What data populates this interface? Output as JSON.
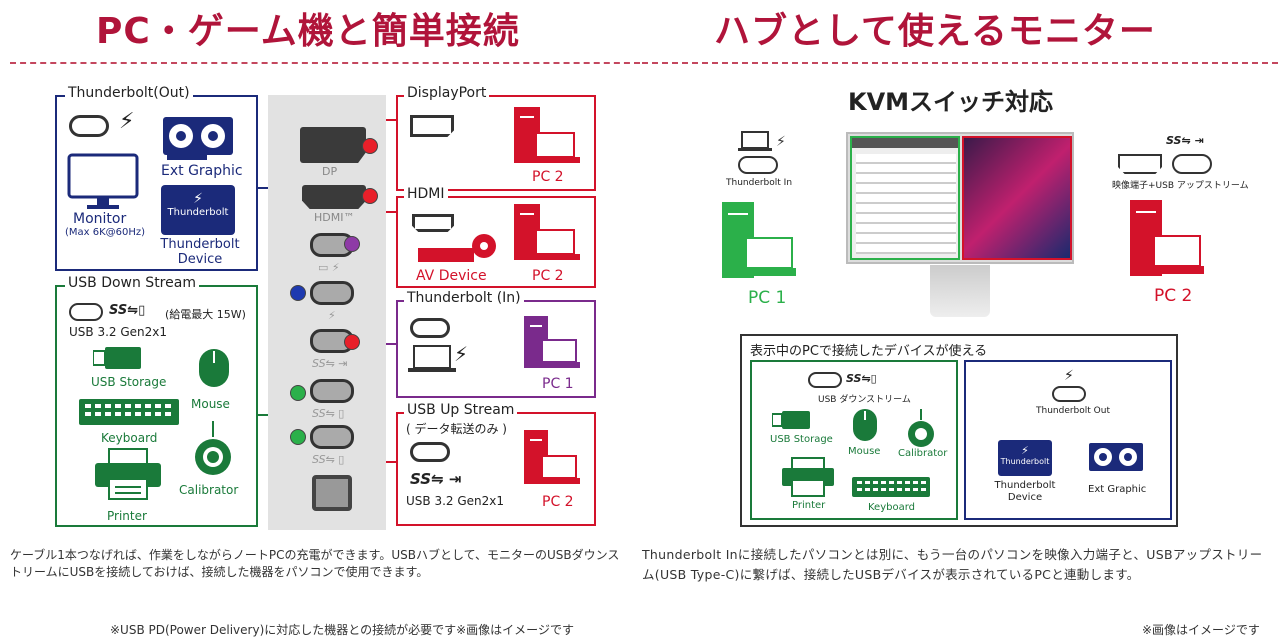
{
  "left": {
    "title": "PC・ゲーム機と簡単接続",
    "tb_out": {
      "header": "Thunderbolt(Out)",
      "monitor": "Monitor",
      "monitor_sub": "(Max 6K@60Hz)",
      "ext_graphic": "Ext Graphic",
      "tb_device": "Thunderbolt Device",
      "tb_logo": "Thunderbolt"
    },
    "usb_down": {
      "header": "USB Down Stream",
      "power_note": "(給電最大 15W)",
      "spec": "USB 3.2 Gen2x1",
      "usb_storage": "USB Storage",
      "mouse": "Mouse",
      "keyboard": "Keyboard",
      "printer": "Printer",
      "calibrator": "Calibrator"
    },
    "ports": {
      "dp_label": "DP",
      "hdmi_label": "HDMI™"
    },
    "displayport": {
      "header": "DisplayPort",
      "pc": "PC 2"
    },
    "hdmi": {
      "header": "HDMI",
      "av": "AV Device",
      "pc": "PC 2"
    },
    "tb_in": {
      "header": "Thunderbolt (In)",
      "pc": "PC 1"
    },
    "usb_up": {
      "header": "USB Up Stream",
      "sub": "( データ転送のみ )",
      "spec": "USB 3.2 Gen2x1",
      "pc": "PC 2"
    },
    "desc": "ケーブル1本つなげれば、作業をしながらノートPCの充電ができます。USBハブとして、モニターのUSBダウンストリームにUSBを接続しておけば、接続した機器をパソコンで使用できます。",
    "footnote": "※USB PD(Power Delivery)に対応した機器との接続が必要です※画像はイメージです"
  },
  "right": {
    "title": "ハブとして使えるモニター",
    "kvm": "KVMスイッチ対応",
    "tb_in_label": "Thunderbolt In",
    "pc1": "PC 1",
    "video_usb_label": "映像端子+USB アップストリーム",
    "pc2": "PC 2",
    "devices": {
      "header": "表示中のPCで接続したデバイスが使える",
      "usb_down": "USB ダウンストリーム",
      "usb_storage": "USB Storage",
      "mouse": "Mouse",
      "calibrator": "Calibrator",
      "printer": "Printer",
      "keyboard": "Keyboard",
      "tb_out": "Thunderbolt Out",
      "tb_device": "Thunderbolt Device",
      "tb_logo": "Thunderbolt",
      "ext_graphic": "Ext Graphic"
    },
    "desc": "Thunderbolt Inに接続したパソコンとは別に、もう一台のパソコンを映像入力端子と、USBアップストリーム(USB Type-C)に繋げば、接続したUSBデバイスが表示されているPCと連動します。",
    "footnote": "※画像はイメージです"
  },
  "colors": {
    "title": "#b0143a",
    "blue": "#1b2a7a",
    "green": "#1a7a3a",
    "red": "#d3122a",
    "purple": "#7a2a8c"
  }
}
